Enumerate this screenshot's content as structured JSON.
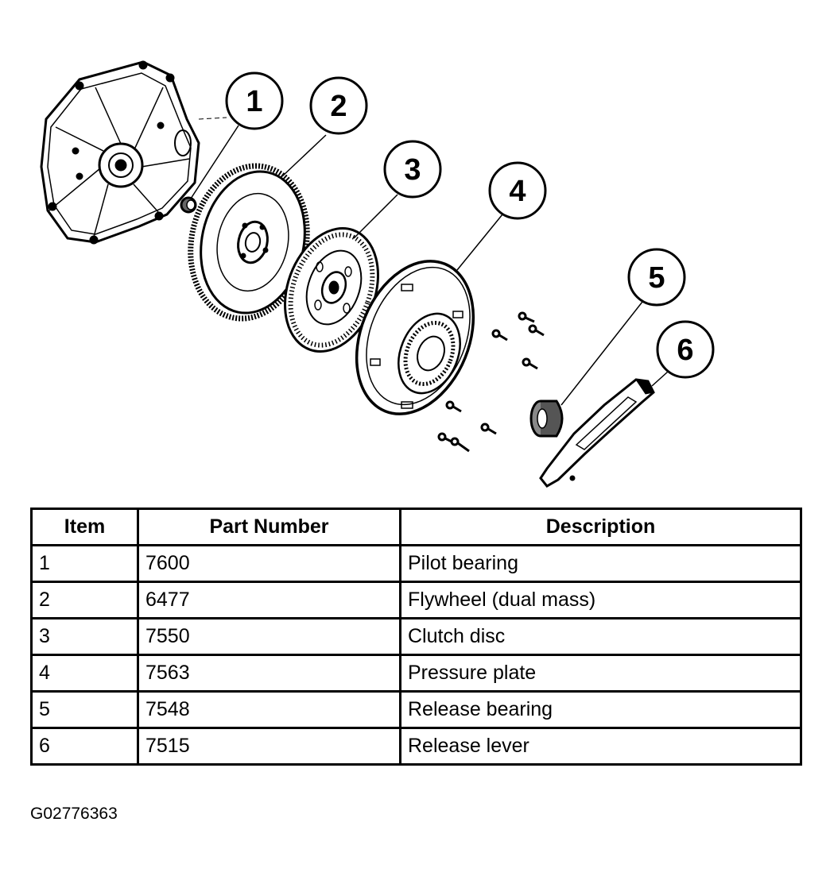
{
  "callouts": [
    "1",
    "2",
    "3",
    "4",
    "5",
    "6"
  ],
  "table": {
    "headers": [
      "Item",
      "Part Number",
      "Description"
    ],
    "rows": [
      [
        "1",
        "7600",
        "Pilot bearing"
      ],
      [
        "2",
        "6477",
        "Flywheel (dual mass)"
      ],
      [
        "3",
        "7550",
        "Clutch disc"
      ],
      [
        "4",
        "7563",
        "Pressure plate"
      ],
      [
        "5",
        "7548",
        "Release bearing"
      ],
      [
        "6",
        "7515",
        "Release lever"
      ]
    ]
  },
  "figure_id": "G02776363"
}
